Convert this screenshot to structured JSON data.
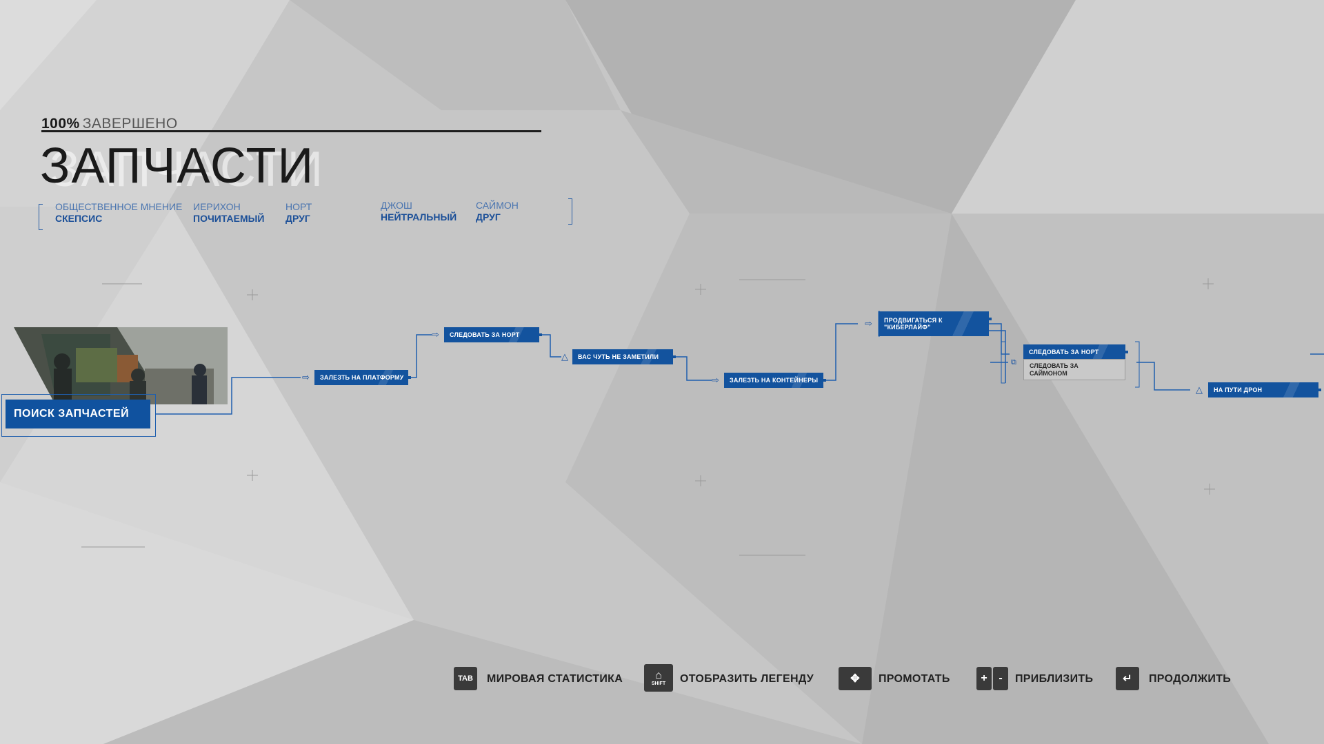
{
  "header": {
    "completion_percent": "100%",
    "completion_label": "ЗАВЕРШЕНО",
    "chapter_title": "ЗАПЧАСТИ"
  },
  "relationships": [
    {
      "name": "ОБЩЕСТВЕННОЕ МНЕНИЕ",
      "value": "СКЕПСИС"
    },
    {
      "name": "ИЕРИХОН",
      "value": "ПОЧИТАЕМЫЙ"
    },
    {
      "name": "НОРТ",
      "value": "ДРУГ"
    },
    {
      "name": "ДЖОШ",
      "value": "НЕЙТРАЛЬНЫЙ"
    },
    {
      "name": "САЙМОН",
      "value": "ДРУГ"
    }
  ],
  "flowchart": {
    "start": "ПОИСК ЗАПЧАСТЕЙ",
    "nodes": {
      "platform": "ЗАЛЕЗТЬ НА ПЛАТФОРМУ",
      "follow_north": "СЛЕДОВАТЬ ЗА НОРТ",
      "almost_seen": "ВАС ЧУТЬ НЕ ЗАМЕТИЛИ",
      "containers": "ЗАЛЕЗТЬ НА КОНТЕЙНЕРЫ",
      "advance_line1": "ПРОДВИГАТЬСЯ К",
      "advance_line2": "\"КИБЕРЛАЙФ\"",
      "choice_north": "СЛЕДОВАТЬ ЗА НОРТ",
      "choice_simon_line1": "СЛЕДОВАТЬ ЗА",
      "choice_simon_line2": "САЙМОНОМ",
      "drone": "НА ПУТИ ДРОН"
    }
  },
  "legend": {
    "tab_key": "TAB",
    "tab_label": "МИРОВАЯ СТАТИСТИКА",
    "shift_key": "SHIFT",
    "shift_label": "ОТОБРАЗИТЬ ЛЕГЕНДУ",
    "pan_label": "ПРОМОТАТЬ",
    "zoom_plus": "+",
    "zoom_minus": "-",
    "zoom_label": "ПРИБЛИЗИТЬ",
    "continue_label": "ПРОДОЛЖИТЬ"
  },
  "colors": {
    "node_blue": "#13539e",
    "line_blue": "#1f5fae",
    "background": "#c4c4c4"
  }
}
